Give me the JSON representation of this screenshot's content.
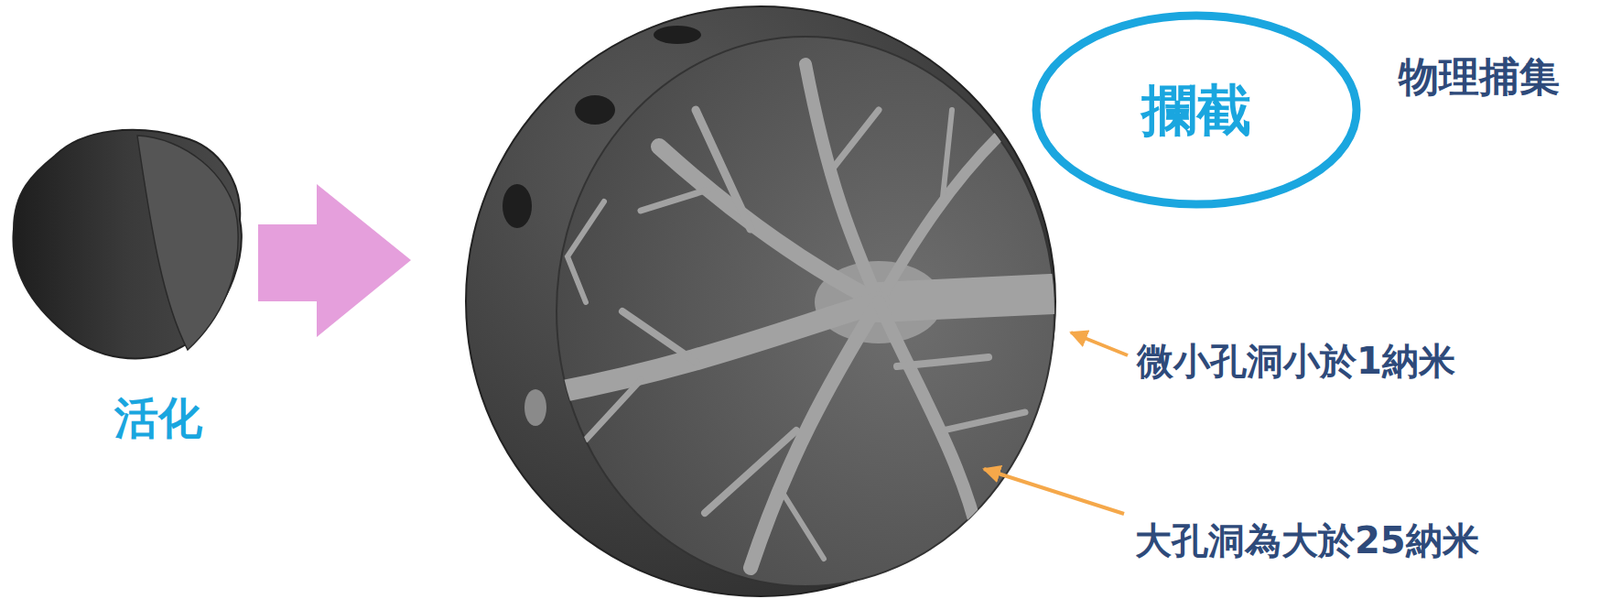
{
  "diagram": {
    "nodes": [
      {
        "text": [
          "攔截"
        ]
      }
    ],
    "labels": [
      "物理捕集",
      "活化",
      "微小孔洞小於1納米",
      "大孔洞為大於25納米"
    ]
  }
}
